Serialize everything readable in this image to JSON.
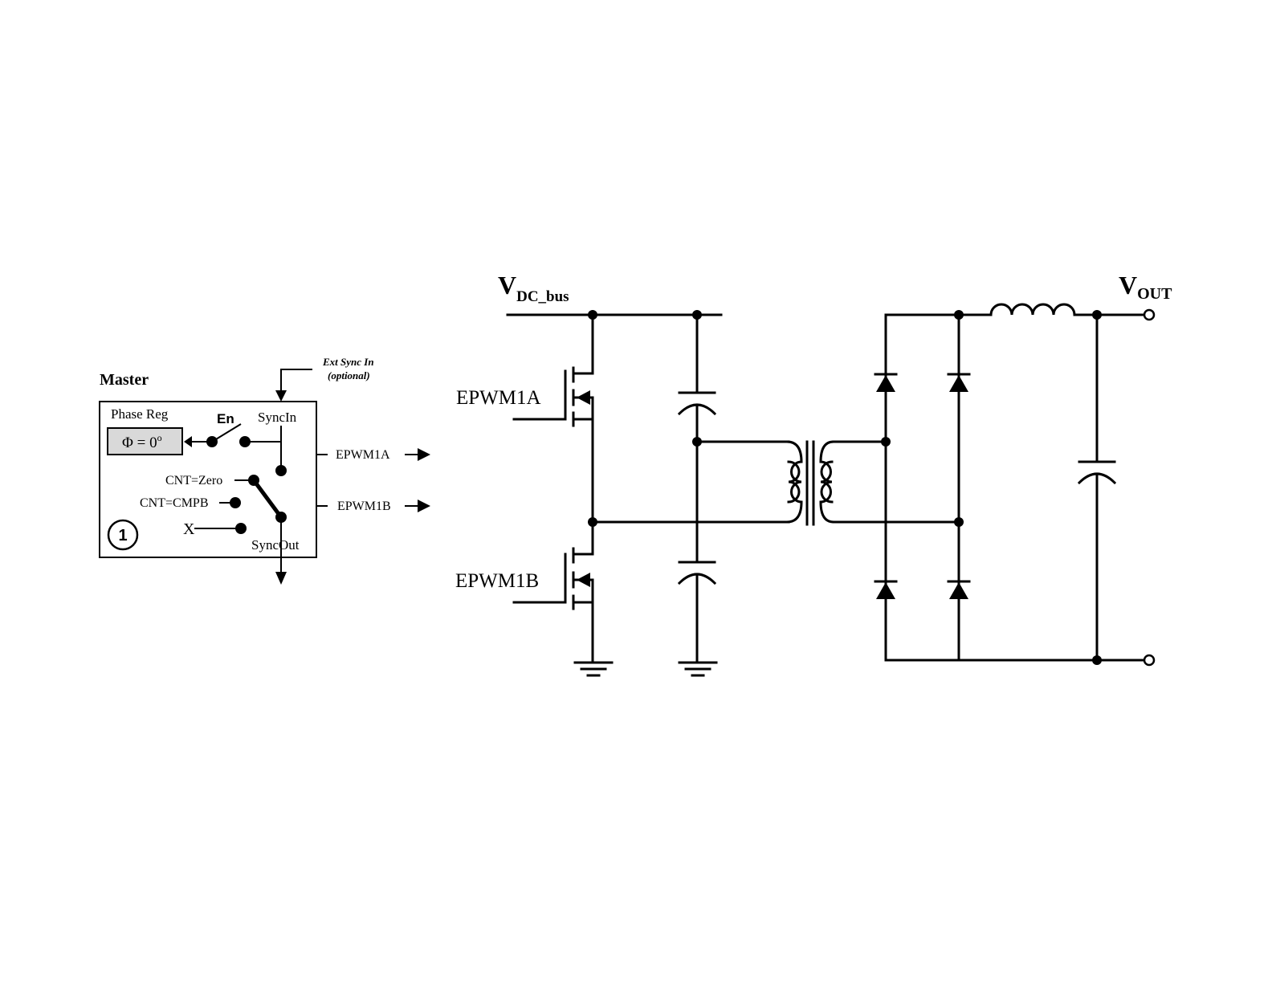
{
  "master": {
    "title": "Master",
    "phase_reg_label": "Phase Reg",
    "phase_value": "Φ = 0",
    "phase_unit": "o",
    "enable_label": "En",
    "sync_in_label": "SyncIn",
    "sync_out_label": "SyncOut",
    "cnt_zero_label": "CNT=Zero",
    "cnt_cmpb_label": "CNT=CMPB",
    "disable_label": "X",
    "module_number": "1",
    "ext_sync_line1": "Ext Sync In",
    "ext_sync_line2": "(optional)",
    "output_a_label": "EPWM1A",
    "output_b_label": "EPWM1B"
  },
  "circuit": {
    "vdc_main": "V",
    "vdc_sub": "DC_bus",
    "gate_a_label": "EPWM1A",
    "gate_b_label": "EPWM1B",
    "vout_main": "V",
    "vout_sub": "OUT"
  }
}
